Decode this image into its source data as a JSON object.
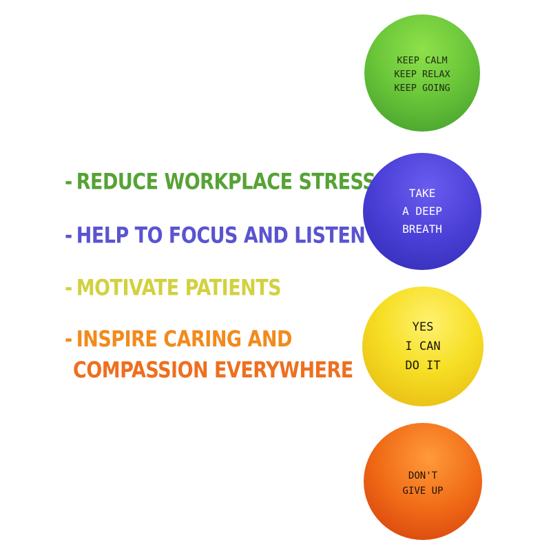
{
  "benefits": {
    "dash": "-",
    "items": [
      {
        "text": "REDUCE WORKPLACE STRESS",
        "color": "#56a236"
      },
      {
        "text": "HELP TO FOCUS AND LISTEN",
        "color": "#5a54d0"
      },
      {
        "text": "MOTIVATE PATIENTS",
        "color": "#d2d13f"
      },
      {
        "line1": "INSPIRE CARING AND",
        "line2": "COMPASSION EVERYWHERE",
        "color": "#f28a1c"
      }
    ]
  },
  "balls": [
    {
      "color": "#6cc73a",
      "lines": [
        "KEEP CALM",
        "KEEP RELAX",
        "KEEP GOING"
      ]
    },
    {
      "color": "#4a3fd6",
      "lines": [
        "TAKE",
        "A DEEP",
        "BREATH"
      ]
    },
    {
      "color": "#f6df24",
      "lines": [
        "YES",
        "I CAN",
        "DO IT"
      ]
    },
    {
      "color": "#f06a16",
      "lines": [
        "DON'T",
        "GIVE UP"
      ]
    }
  ]
}
